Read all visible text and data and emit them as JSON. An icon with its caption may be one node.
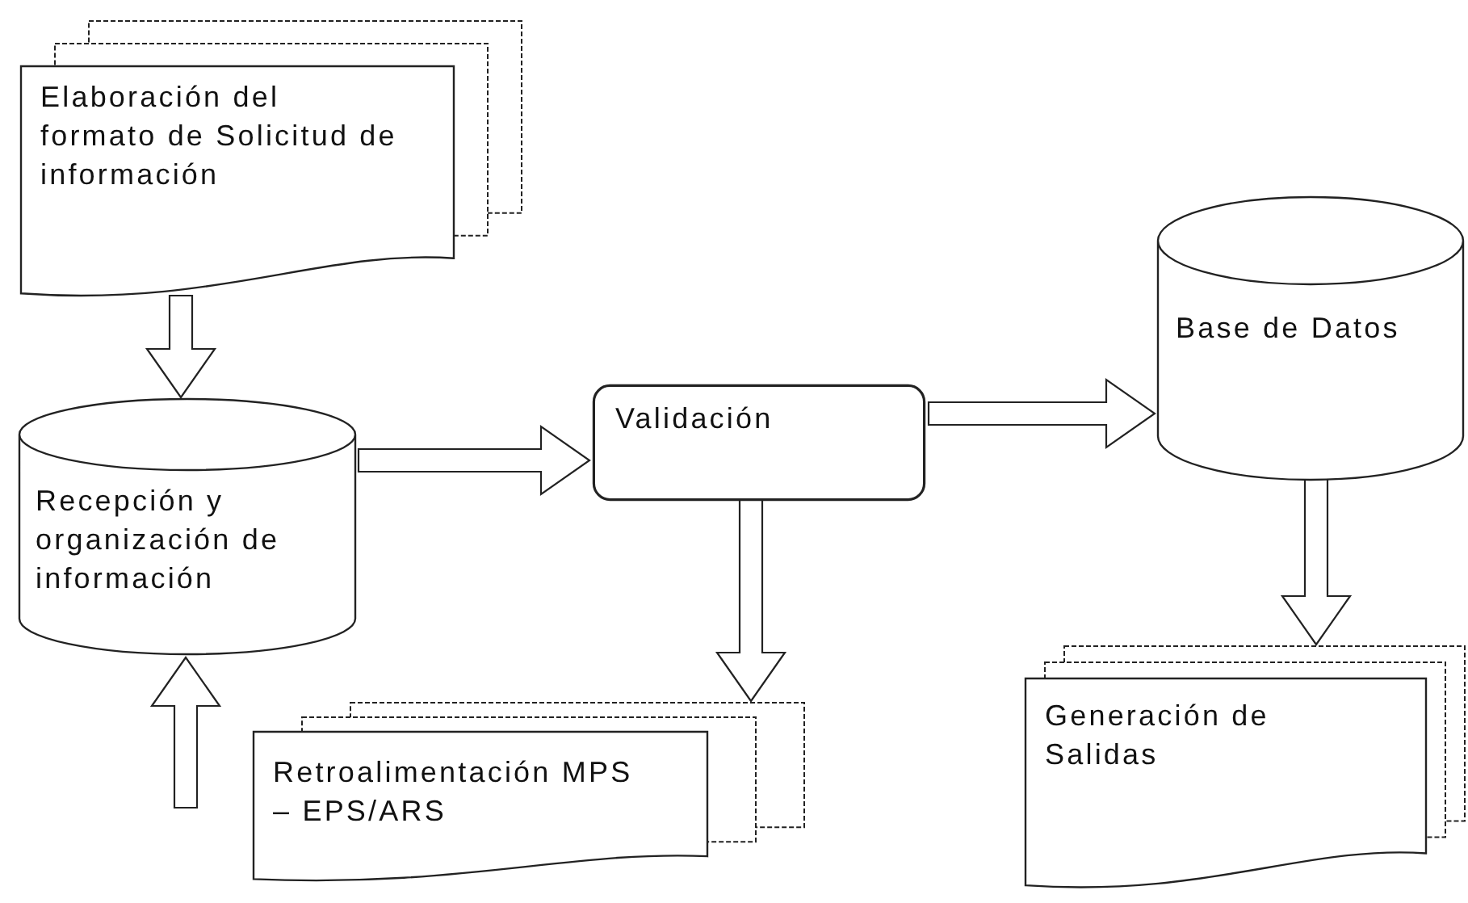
{
  "diagram": {
    "nodes": [
      {
        "text": [
          "Elaboración del formato de Solicitud de información"
        ]
      },
      {
        "text": [
          "Recepción y organización de información"
        ]
      },
      {
        "text": [
          "Validación"
        ]
      },
      {
        "text": [
          "Base de Datos"
        ]
      },
      {
        "text": [
          "Retroalimentación MPS – EPS/ARS"
        ]
      },
      {
        "text": [
          "Generación de Salidas"
        ]
      }
    ],
    "edges": [
      {
        "from": 0,
        "to": 1,
        "arrow": "to"
      },
      {
        "from": 1,
        "to": 2,
        "arrow": "to"
      },
      {
        "from": 2,
        "to": 3,
        "arrow": "to"
      },
      {
        "from": 2,
        "to": 4,
        "arrow": "to"
      },
      {
        "from": 3,
        "to": 5,
        "arrow": "to"
      },
      {
        "from": null,
        "to": 1,
        "arrow": "to"
      }
    ]
  }
}
